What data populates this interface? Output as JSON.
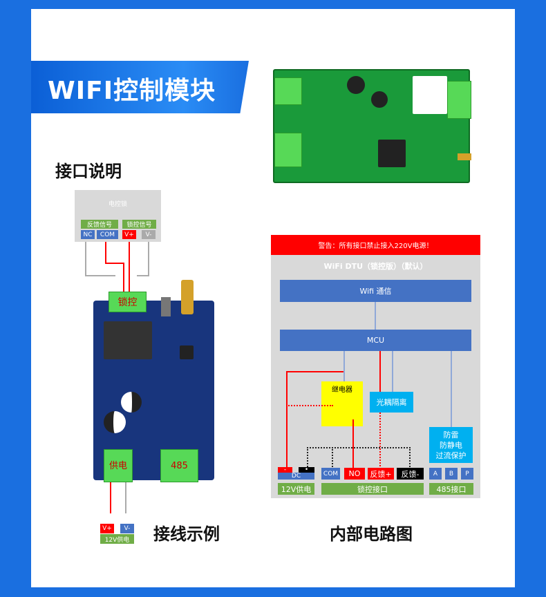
{
  "title": "WIFI控制模块",
  "interface_heading": "接口说明",
  "wiring_caption": "接线示例",
  "circuit_caption": "内部电路图",
  "lock": {
    "name": "电控锁",
    "feedback": "反馈信号",
    "lock_signal": "锁控信号",
    "nc": "NC",
    "com": "COM",
    "vplus": "V+",
    "vminus": "V-"
  },
  "board": {
    "lock_terminal": "锁控",
    "power_terminal": "供电",
    "rs485_terminal": "485"
  },
  "power": {
    "vplus": "V+",
    "vminus": "V-",
    "label": "12V供电"
  },
  "diagram": {
    "warning": "警告：所有接口禁止接入220V电源！",
    "header": "WiFi DTU（锁控版）（默认）",
    "wifi": "Wifi 通信",
    "mcu": "MCU",
    "relay": "继电器",
    "opto": "光耦隔离",
    "protect": [
      "防雷",
      "防静电",
      "过流保护"
    ],
    "terminals": {
      "minus": "-",
      "dot": "•",
      "dc": "DC",
      "com": "COM",
      "no": "NO",
      "fb_plus": "反馈+",
      "fb_minus": "反馈-",
      "a": "A",
      "b": "B",
      "p": "P"
    },
    "groups": {
      "power": "12V供电",
      "lock": "锁控接口",
      "rs485": "485接口"
    }
  },
  "colors": {
    "frame": "#1a6fe0",
    "warning": "#ff0000",
    "panel": "#d9d9d9",
    "block": "#4472c4",
    "relay": "#ffff00",
    "cyan": "#00b0f0",
    "green": "#70ad47"
  }
}
